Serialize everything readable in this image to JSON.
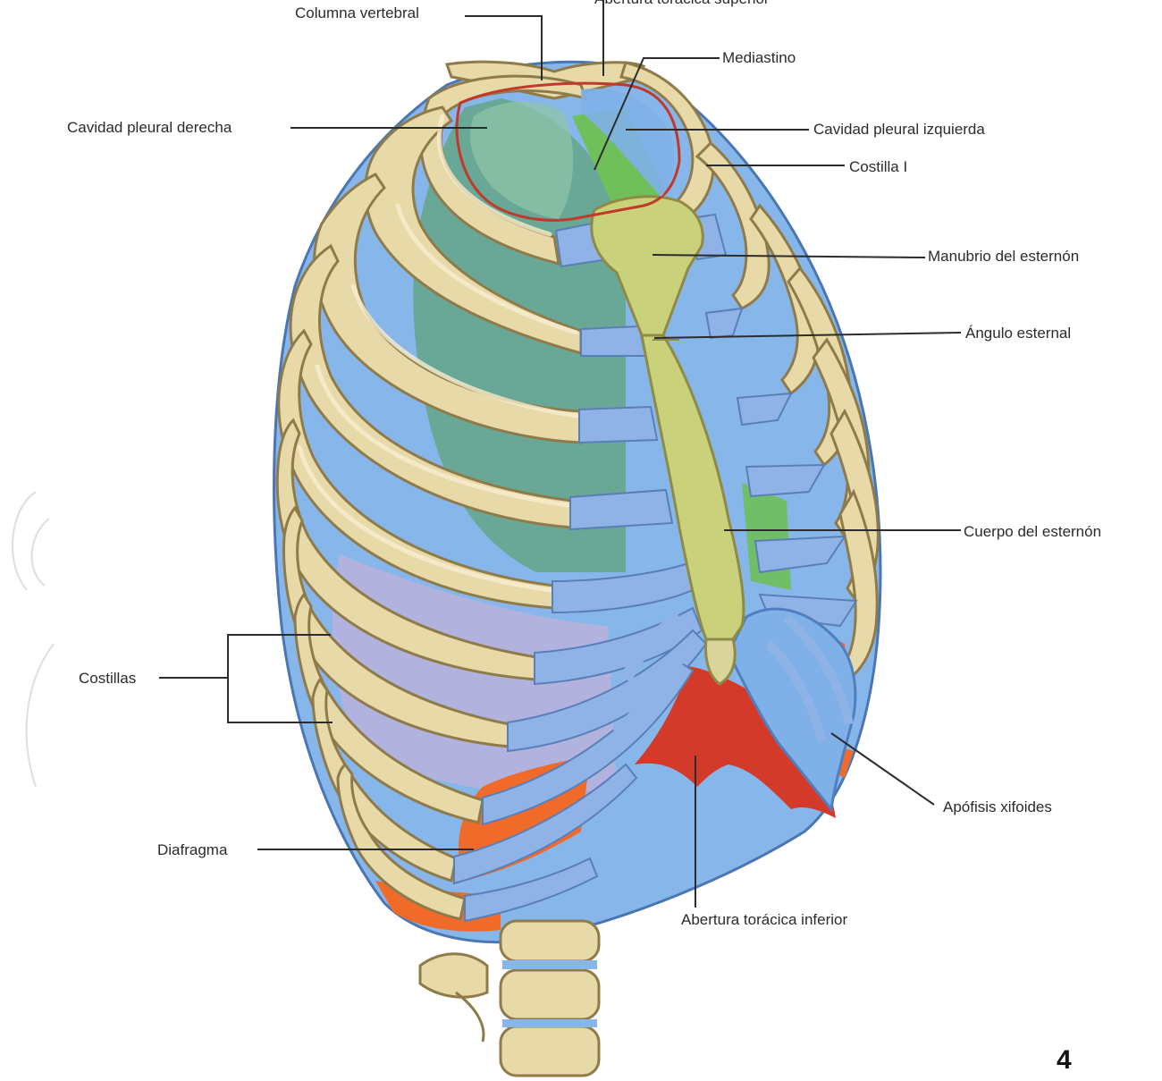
{
  "labels": {
    "superior_aperture": "Abertura torácica superior",
    "vertebral_column": "Columna vertebral",
    "mediastinum": "Mediastino",
    "right_pleural": "Cavidad pleural derecha",
    "left_pleural": "Cavidad pleural izquierda",
    "rib_one": "Costilla I",
    "manubrium": "Manubrio del esternón",
    "sternal_angle": "Ángulo esternal",
    "sternum_body": "Cuerpo del esternón",
    "ribs": "Costillas",
    "xiphoid": "Apófisis xifoides",
    "diaphragm": "Diafragma",
    "inferior_aperture": "Abertura torácica inferior"
  },
  "page_number": "4",
  "colors": {
    "bone": "#e8d9a8",
    "cartilage": "#8fb3e6",
    "pleura": "#7fb0e8",
    "mediastinum": "#6fbf5a",
    "lung": "#5fa37a",
    "diaphragm": "#f06a2a",
    "diaphragm_muscle": "#d43a2a",
    "sternum": "#c9d27a"
  }
}
